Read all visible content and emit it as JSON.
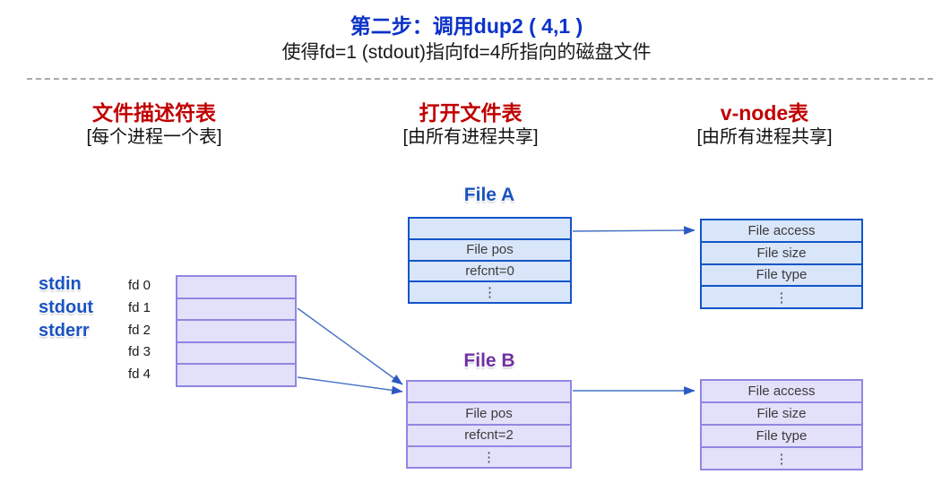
{
  "title": "第二步：调用dup2 ( 4,1 )",
  "subtitle": "使得fd=1 (stdout)指向fd=4所指向的磁盘文件",
  "columns": [
    {
      "title": "文件描述符表",
      "subtitle": "[每个进程一个表]"
    },
    {
      "title": "打开文件表",
      "subtitle": "[由所有进程共享]"
    },
    {
      "title": "v-node表",
      "subtitle": "[由所有进程共享]"
    }
  ],
  "fd_table": {
    "stream_labels": {
      "0": "stdin",
      "1": "stdout",
      "2": "stderr"
    },
    "fd_labels": {
      "0": "fd 0",
      "1": "fd 1",
      "2": "fd 2",
      "3": "fd 3",
      "4": "fd 4"
    },
    "rows": {
      "0": "",
      "1": "",
      "2": "",
      "3": "",
      "4": ""
    }
  },
  "file_a": {
    "label": "File A",
    "rows": {
      "0": "",
      "1": "File pos",
      "2": "refcnt=0",
      "3": "⋮"
    }
  },
  "file_b": {
    "label": "File B",
    "rows": {
      "0": "",
      "1": "File pos",
      "2": "refcnt=2",
      "3": "⋮"
    }
  },
  "vnode_a": {
    "rows": {
      "0": "File access",
      "1": "File size",
      "2": "File type",
      "3": "⋮"
    }
  },
  "vnode_b": {
    "rows": {
      "0": "File access",
      "1": "File size",
      "2": "File type",
      "3": "⋮"
    }
  },
  "arrows": [
    {
      "name": "fd1-to-fileb"
    },
    {
      "name": "fd4-to-fileb"
    },
    {
      "name": "filea-to-vnode-a"
    },
    {
      "name": "fileb-to-vnode-b"
    }
  ],
  "colors": {
    "title_blue": "#0b32c8",
    "head_red": "#c00000",
    "label_blue": "#1a53c0",
    "purple": "#7030a0",
    "blue_border": "#1155c8",
    "blue_fill": "#d9e5f8",
    "purple_border": "#8f87e2",
    "purple_fill": "#e3e0f9",
    "arrow_line": "#4472c4",
    "arrow_head": "#2d59c4"
  }
}
